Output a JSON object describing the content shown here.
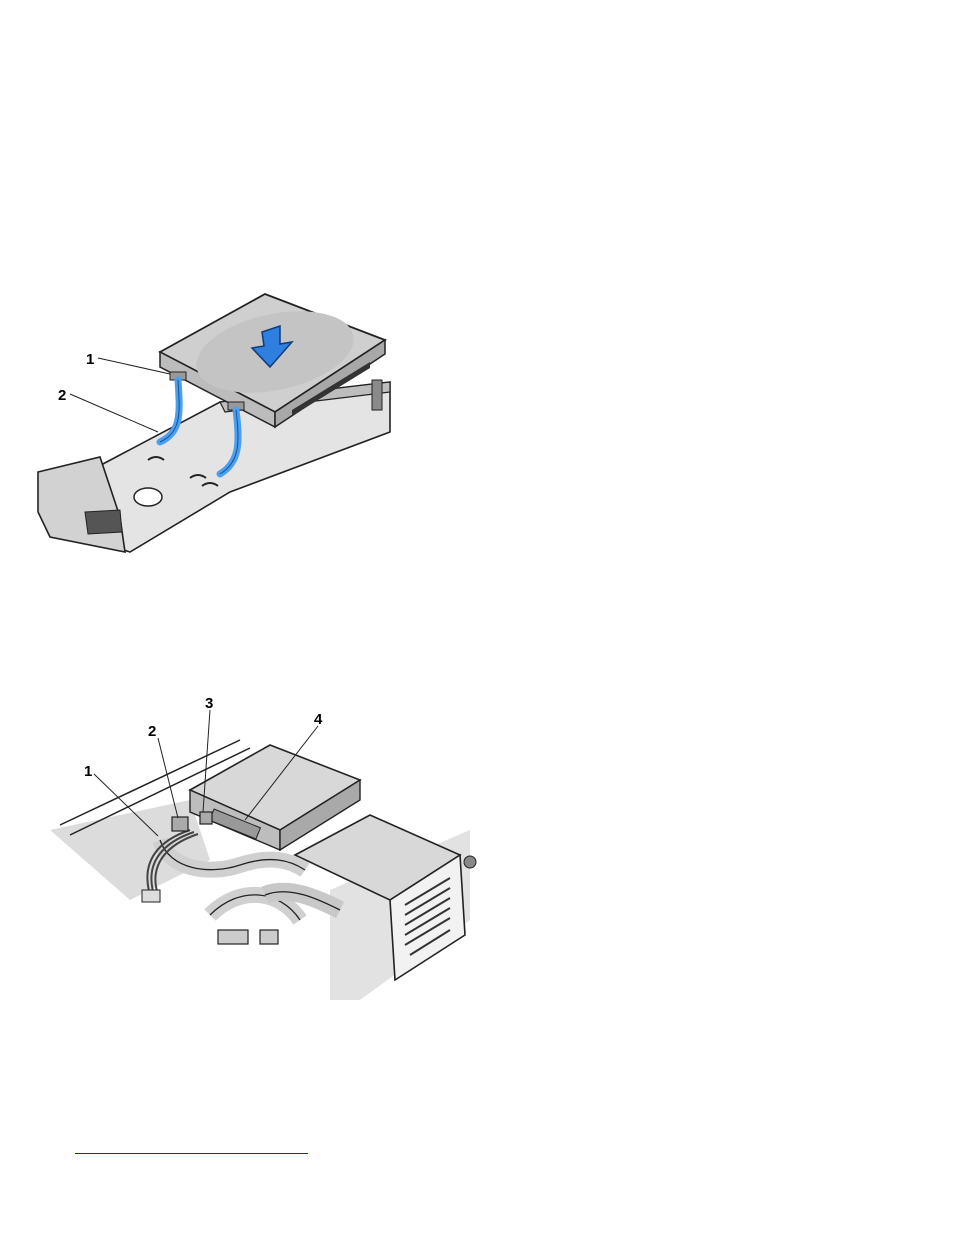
{
  "figures": [
    {
      "id": "drive-installation",
      "callouts": [
        "1",
        "2"
      ]
    },
    {
      "id": "drive-cable-connections",
      "callouts": [
        "1",
        "2",
        "3",
        "4"
      ]
    }
  ],
  "colors": {
    "arrow_blue": "#2f7fe0",
    "strap_blue": "#4aa0f0",
    "link_blue": "#1a1aff",
    "metal_gray": "#cfcfcf",
    "dark_gray": "#6a6a6a"
  },
  "footer": {
    "link_text": ""
  }
}
